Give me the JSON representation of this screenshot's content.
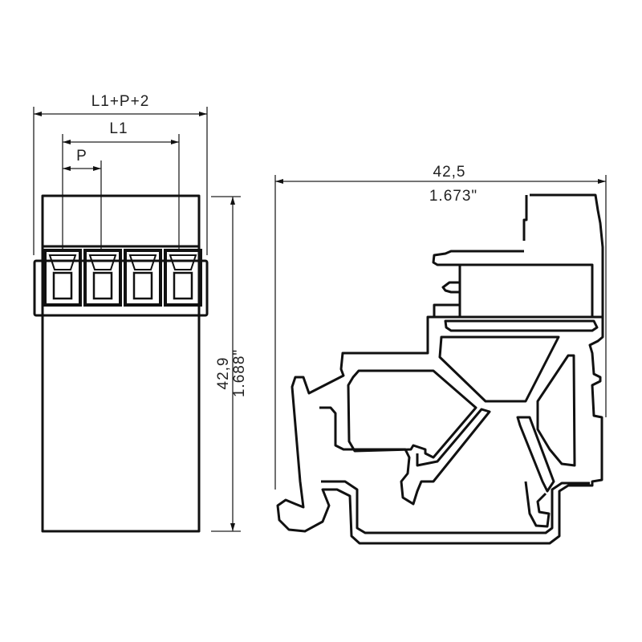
{
  "diagram": {
    "type": "technical-drawing",
    "subject": "terminal block connector with DIN rail mount",
    "colors": {
      "line": "#111111",
      "background": "#ffffff"
    },
    "front_view": {
      "terminal_count": 4,
      "dimensions": {
        "overall_width": "L1+P+2",
        "span": "L1",
        "pitch": "P",
        "height_mm": "42,9",
        "height_in": "1.688\""
      }
    },
    "side_view": {
      "dimensions": {
        "width_mm": "42,5",
        "width_in": "1.673\""
      }
    }
  }
}
